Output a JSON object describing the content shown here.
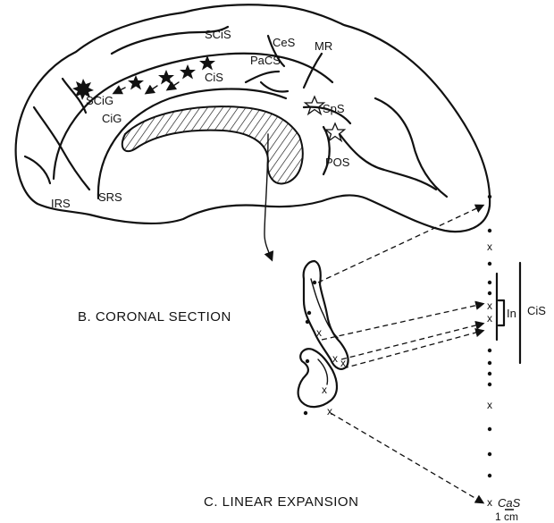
{
  "labels": {
    "scis_top": "SCiS",
    "ces": "CeS",
    "mr": "MR",
    "pacs": "PaCS",
    "cis_medial": "CiS",
    "scig": "SCiG",
    "cig": "CiG",
    "sps": "SpS",
    "pos": "POS",
    "irs": "IRS",
    "srs": "SRS",
    "in": "In",
    "cis_right": "CiS",
    "cas": "CaS"
  },
  "captions": {
    "coronal": "B. CORONAL SECTION",
    "linear": "C. LINEAR EXPANSION"
  },
  "scale": {
    "label": "1 cm"
  },
  "markers": {
    "x": "x"
  }
}
